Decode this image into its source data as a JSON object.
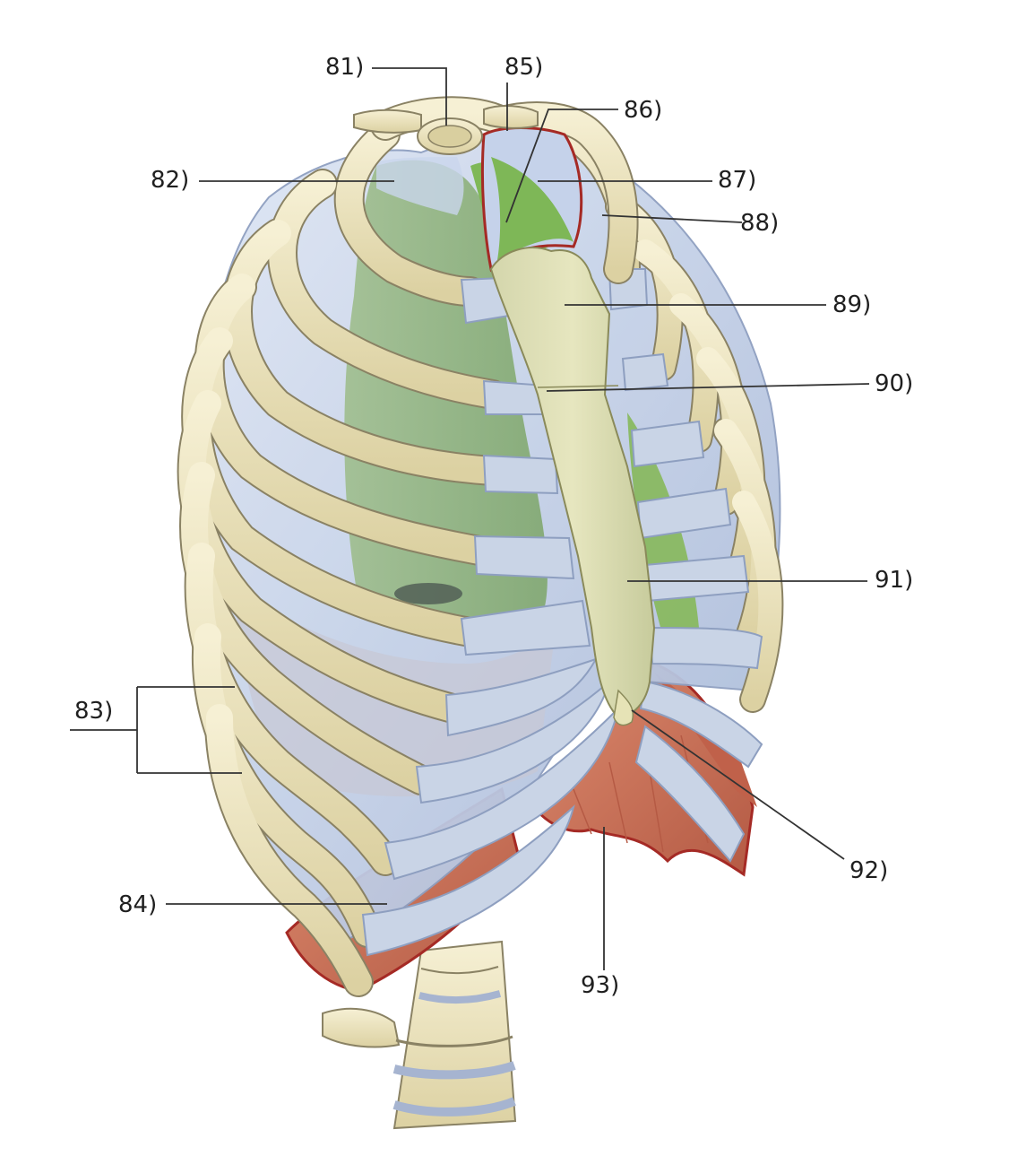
{
  "labels": {
    "l81": "81)",
    "l82": "82)",
    "l83": "83)",
    "l84": "84)",
    "l85": "85)",
    "l86": "86)",
    "l87": "87)",
    "l88": "88)",
    "l89": "89)",
    "l90": "90)",
    "l91": "91)",
    "l92": "92)",
    "l93": "93)"
  },
  "colors": {
    "bone": "#efe7c6",
    "bone_shade": "#d9cf9f",
    "bone_outline": "#8a8264",
    "cartilage": "#c9d4e6",
    "cartilage_shade": "#a9b8d2",
    "lung": "#8fb07a",
    "lung_bright": "#7ab54f",
    "pleura": "#c5d2ea",
    "muscle": "#c9735a",
    "muscle_dark": "#a64e3a",
    "membrane_edge": "#a52a25",
    "leader_line": "#333333"
  }
}
